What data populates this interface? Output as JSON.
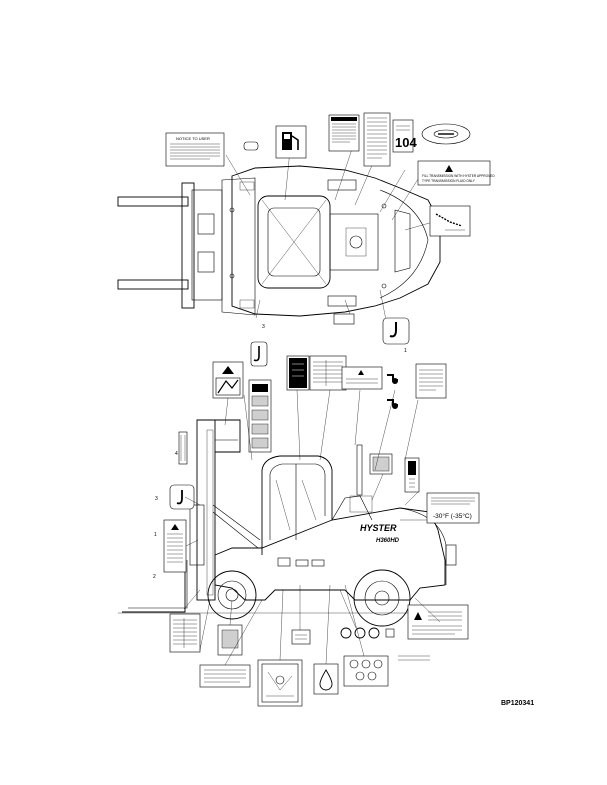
{
  "drawing_id": "BP120341",
  "decals": {
    "notice_to_user": {
      "title": "NOTICE TO USER"
    },
    "capacity_plate_number": "104",
    "fill_transmission": {
      "line1": "FILL TRANSMISSION WITH HYSTER APPROVED",
      "line2": "TYPE TRANSMISSION FLUID ONLY"
    },
    "cold_start_temp": "-30°F (-35°C)",
    "brand_name": "HYSTER",
    "model_badge": "H360HD"
  },
  "colors": {
    "line": "#000000",
    "background": "#ffffff"
  }
}
